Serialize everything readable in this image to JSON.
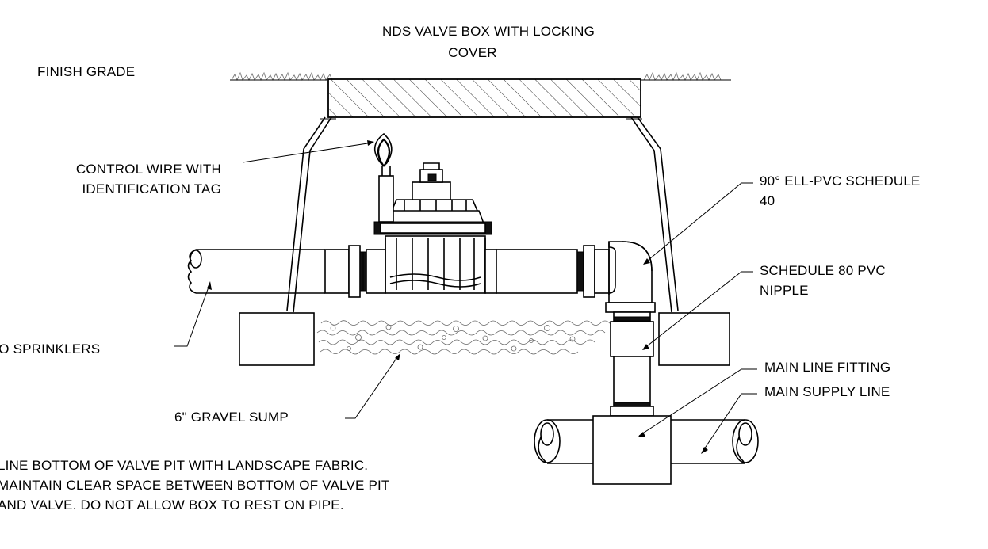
{
  "labels": {
    "valve_box_line1": "NDS VALVE BOX WITH LOCKING",
    "valve_box_line2": "COVER",
    "finish_grade": "FINISH GRADE",
    "control_wire_line1": "CONTROL WIRE WITH",
    "control_wire_line2": "IDENTIFICATION TAG",
    "ell_line1": "90° ELL-PVC SCHEDULE",
    "ell_line2": "40",
    "nipple_line1": "SCHEDULE 80 PVC",
    "nipple_line2": "NIPPLE",
    "to_sprinklers": "TO SPRINKLERS",
    "main_line_fitting": "MAIN LINE FITTING",
    "main_supply_line": "MAIN SUPPLY LINE",
    "gravel_sump": "6\" GRAVEL SUMP",
    "note_line1": "LINE BOTTOM OF VALVE PIT WITH LANDSCAPE FABRIC.",
    "note_line2": "MAINTAIN CLEAR SPACE BETWEEN BOTTOM OF VALVE PIT",
    "note_line3": "AND VALVE. DO NOT ALLOW BOX TO REST ON PIPE."
  },
  "colors": {
    "line": "#000000",
    "background": "#ffffff",
    "grass": "#777777"
  }
}
